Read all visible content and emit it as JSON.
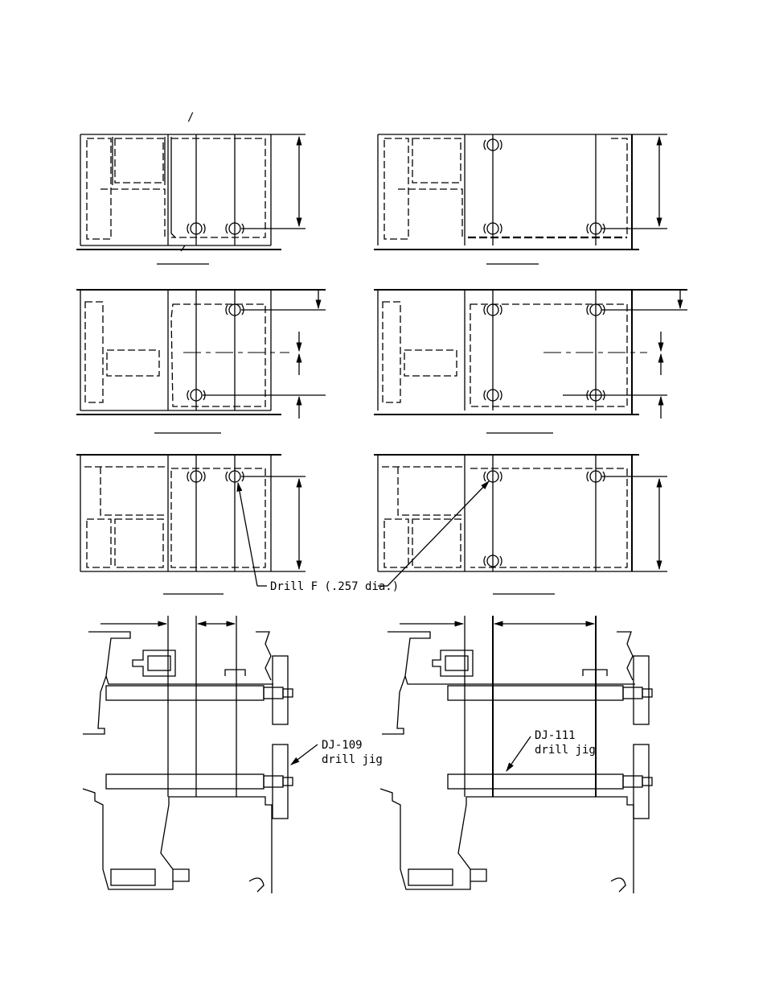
{
  "drawing": {
    "drill_note": "Drill F (.257 dia.)",
    "jig_left": {
      "line1": "DJ-109",
      "line2": "drill jig"
    },
    "jig_right": {
      "line1": "DJ-111",
      "line2": "drill jig"
    },
    "slash_mark": "/"
  }
}
